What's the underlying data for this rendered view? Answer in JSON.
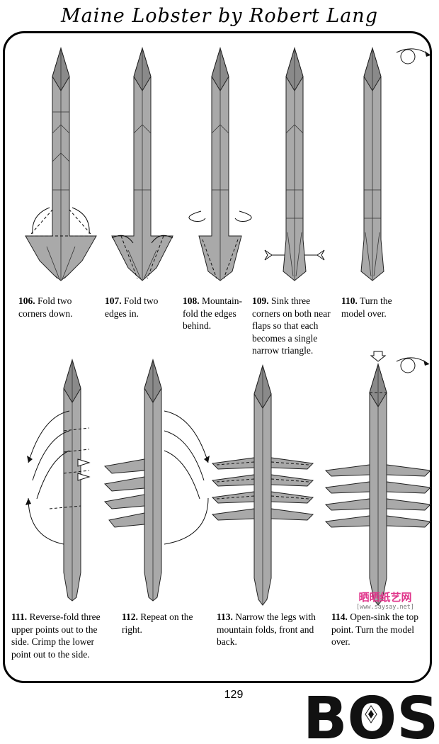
{
  "header": {
    "title": "Maine Lobster by Robert Lang"
  },
  "steps": [
    {
      "number": "106.",
      "text": "Fold two corners down."
    },
    {
      "number": "107.",
      "text": "Fold two edges in."
    },
    {
      "number": "108.",
      "text": "Mountain-fold the edges behind."
    },
    {
      "number": "109.",
      "text": "Sink three corners on both near flaps so that each becomes a single narrow triangle."
    },
    {
      "number": "110.",
      "text": "Turn the model over."
    },
    {
      "number": "111.",
      "text": "Reverse-fold three upper points out to the side. Crimp the lower point out to the side."
    },
    {
      "number": "112.",
      "text": "Repeat on the right."
    },
    {
      "number": "113.",
      "text": "Narrow the legs with mountain folds, front and back."
    },
    {
      "number": "114.",
      "text": "Open-sink the top point. Turn the model over."
    }
  ],
  "footer": {
    "page_number": "129",
    "logo_text": "BOS"
  },
  "watermark": {
    "text": "晒晒纸艺网",
    "url": "[www.saysay.net]"
  },
  "colors": {
    "paper": "#a9a9a9",
    "line": "#222222",
    "frame": "#000000",
    "watermark_pink": "#e0358b",
    "watermark_purple": "#7a3db8"
  }
}
